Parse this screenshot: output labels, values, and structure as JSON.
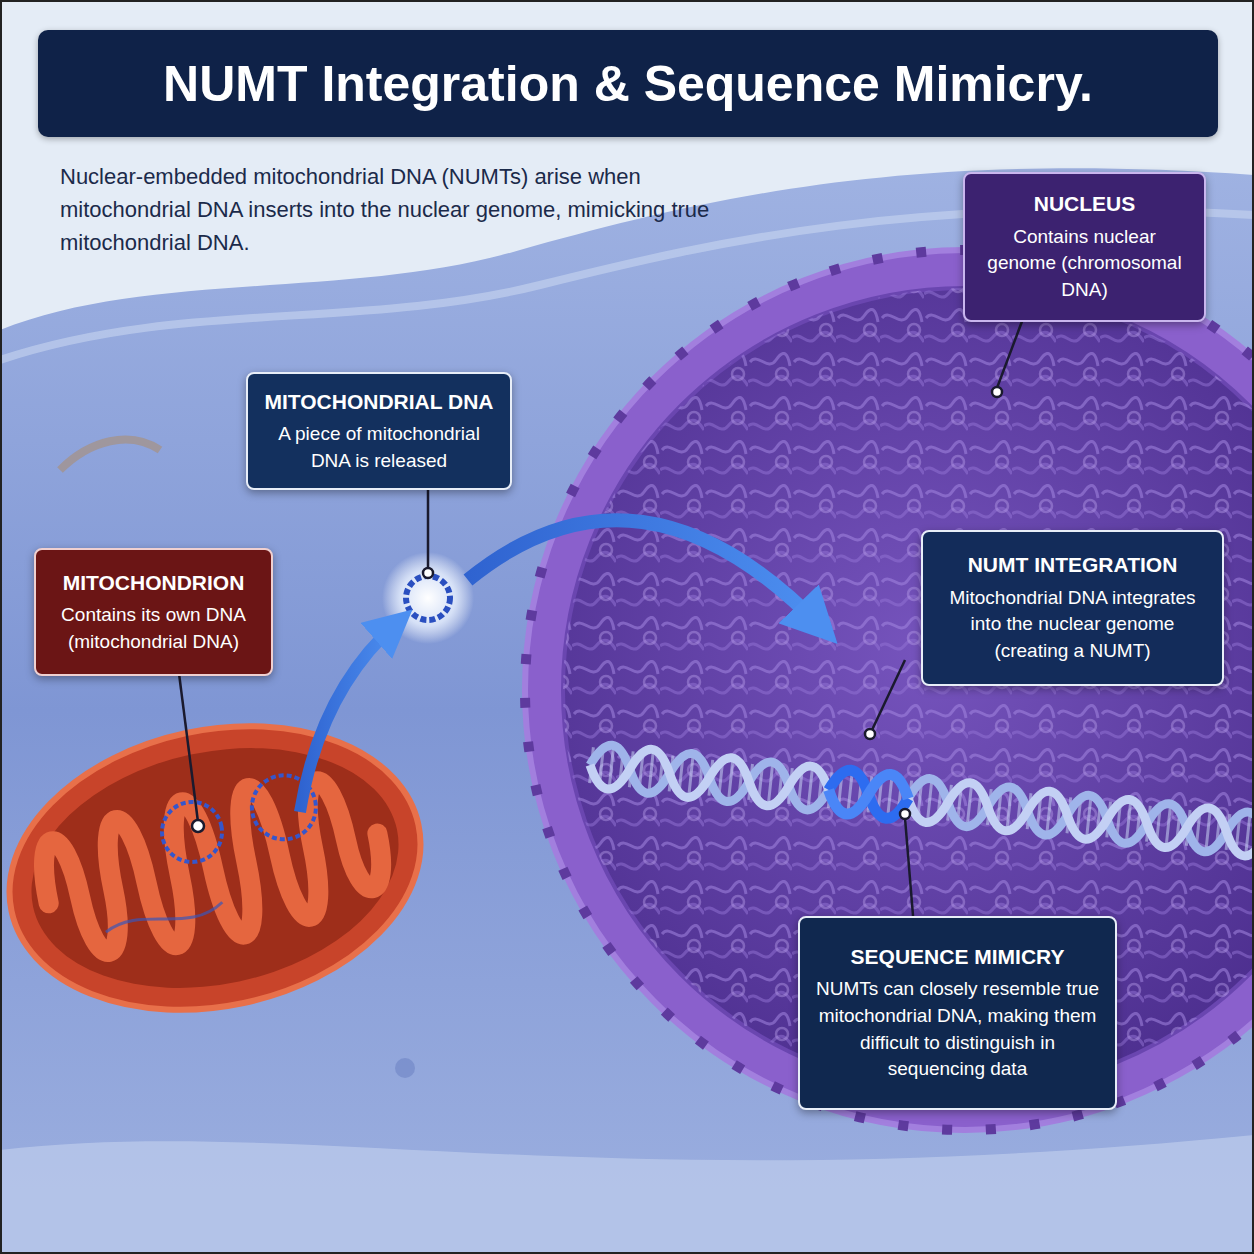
{
  "diagram": {
    "title": "NUMT Integration & Sequence Mimicry.",
    "nodes": [
      {
        "text": [
          "NUCLEUS",
          "Contains nuclear genome (chromosomal DNA)"
        ]
      },
      {
        "text": [
          "MITOCHONDRIAL DNA",
          "A piece of mitochondrial DNA is released"
        ]
      },
      {
        "text": [
          "NUMT INTEGRATION",
          "Mitochondrial DNA integrates into the nuclear genome (creating a NUMT)"
        ]
      },
      {
        "text": [
          "MITOCHONDRION",
          "Contains its own DNA (mitochondrial DNA)"
        ]
      },
      {
        "text": [
          "SEQUENCE MIMICRY",
          "NUMTs can closely resemble true mitochondrial DNA, making them difficult to distinguish in sequencing data"
        ]
      }
    ],
    "labels": [
      "Nuclear-embedded mitochondrial DNA (NUMTs) arise when mitochondrial DNA inserts into the nuclear genome, mimicking true mitochondrial DNA."
    ]
  }
}
